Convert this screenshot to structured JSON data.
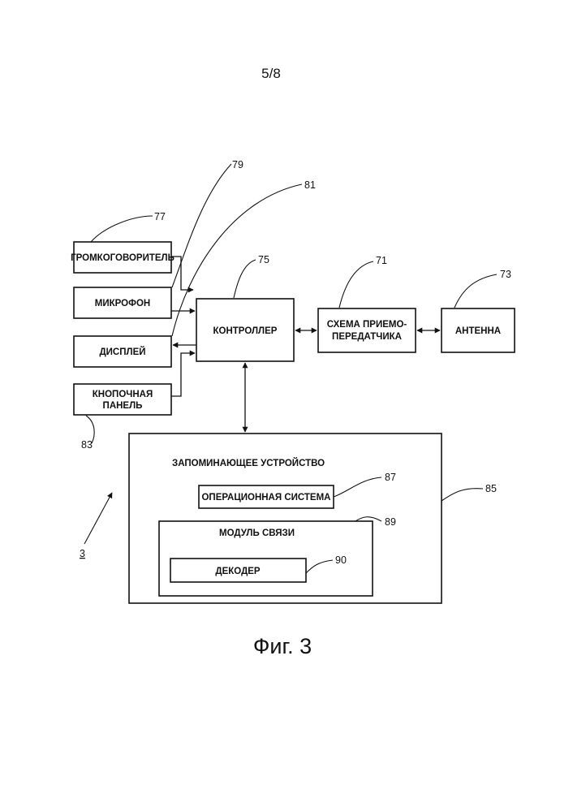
{
  "page_number": "5/8",
  "figure_caption": "Фиг. 3",
  "blocks": {
    "loudspeaker": "ГРОМКОГОВОРИТЕЛЬ",
    "microphone": "МИКРОФОН",
    "display": "ДИСПЛЕЙ",
    "keypad_line1": "КНОПОЧНАЯ",
    "keypad_line2": "ПАНЕЛЬ",
    "controller": "КОНТРОЛЛЕР",
    "transceiver_line1": "СХЕМА ПРИЕМО-",
    "transceiver_line2": "ПЕРЕДАТЧИКА",
    "antenna": "АНТЕННА",
    "memory": "ЗАПОМИНАЮЩЕЕ УСТРОЙСТВО",
    "os": "ОПЕРАЦИОННАЯ СИСТЕМА",
    "comm_module": "МОДУЛЬ СВЯЗИ",
    "decoder": "ДЕКОДЕР"
  },
  "refs": {
    "r77": "77",
    "r79": "79",
    "r81": "81",
    "r75": "75",
    "r71": "71",
    "r73": "73",
    "r83": "83",
    "r87": "87",
    "r89": "89",
    "r85": "85",
    "r90": "90",
    "r3": "3"
  }
}
